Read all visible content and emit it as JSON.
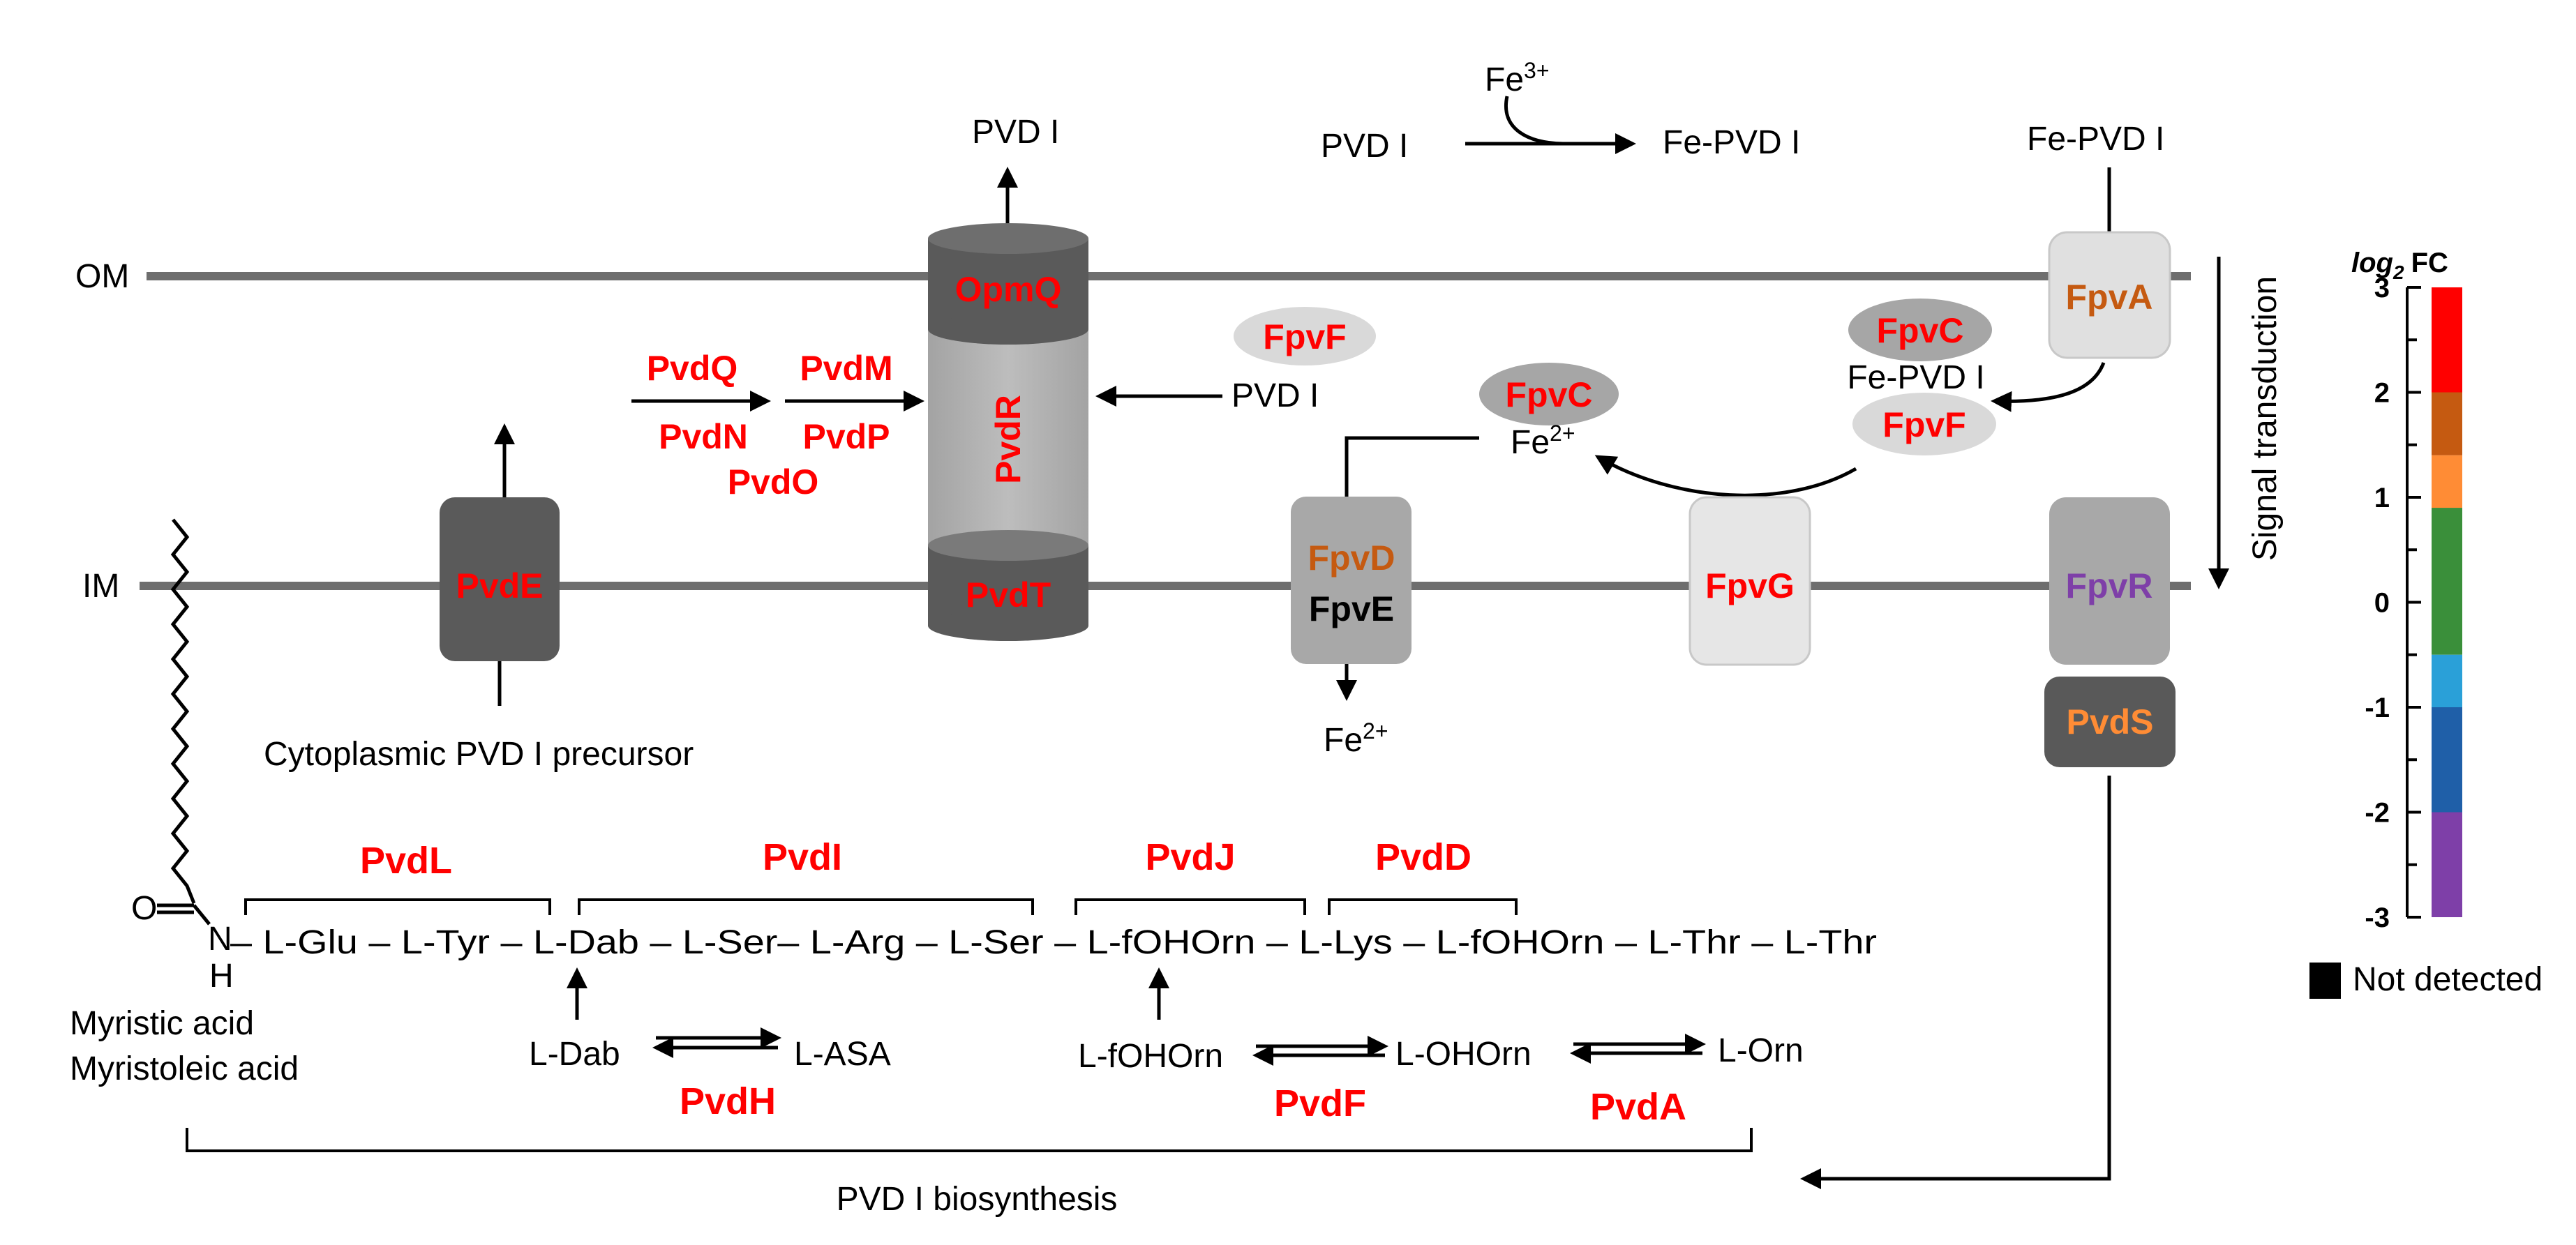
{
  "colors": {
    "high": "#ff0000",
    "up2": "#c55a11",
    "up1": "#ff8c35",
    "neutral": "#3a8f3a",
    "down1": "#2aa0d8",
    "down2": "#1f5fa8",
    "low": "#7e3fa8",
    "not_detected": "#000000"
  },
  "membranes": {
    "outer": "OM",
    "inner": "IM"
  },
  "export": {
    "pvd_top": "PVD I",
    "fe3": "Fe",
    "fe3_sup": "3+",
    "pvd_mid": "PVD I",
    "fe_pvd": "Fe-PVD I",
    "fe_pvd_right": "Fe-PVD I",
    "pvd_periplasm": "PVD I"
  },
  "proteins": {
    "opmq": "OpmQ",
    "pvdr": "PvdR",
    "pvdt": "PvdT",
    "pvde": "PvdE",
    "fpvd": "FpvD",
    "fpve": "FpvE",
    "fpvg": "FpvG",
    "fpva": "FpvA",
    "fpvr": "FpvR",
    "pvds": "PvdS",
    "fpvf_top": "FpvF",
    "fpvc_left": "FpvC",
    "fpvc_right": "FpvC",
    "fpvf_right": "FpvF"
  },
  "maturation": {
    "pvdq": "PvdQ",
    "pvdm": "PvdM",
    "pvdn": "PvdN",
    "pvdp": "PvdP",
    "pvdo": "PvdO"
  },
  "iron": {
    "fe2_periplasm": "Fe",
    "fe2_periplasm_sup": "2+",
    "fe_pvd_complex": "Fe-PVD I",
    "fe2_cytoplasm": "Fe",
    "fe2_cytoplasm_sup": "2+"
  },
  "signal_transduction": "Signal transduction",
  "precursor": "Cytoplasmic PVD I precursor",
  "nrps": {
    "pvdl": "PvdL",
    "pvdi": "PvdI",
    "pvdj": "PvdJ",
    "pvdd": "PvdD"
  },
  "peptide": {
    "o": "O",
    "n": "N",
    "h": "H",
    "chain": "– L-Glu – L-Tyr – L-Dab – L-Ser– L-Arg – L-Ser – L-fOHOrn – L-Lys – L-fOHOrn – L-Thr – L-Thr",
    "fatty1": "Myristic acid",
    "fatty2": "Myristoleic acid"
  },
  "precursors": {
    "ldab": "L-Dab",
    "lasa": "L-ASA",
    "pvdh": "PvdH",
    "lfohorn": "L-fOHOrn",
    "lohorn": "L-OHOrn",
    "lorn": "L-Orn",
    "pvdf": "PvdF",
    "pvda": "PvdA"
  },
  "biosynthesis": "PVD I biosynthesis",
  "legend": {
    "title_main": "log",
    "title_sub": "2",
    "title_fc": "FC",
    "ticks": [
      "3",
      "2",
      "1",
      "0",
      "-1",
      "-2",
      "-3"
    ],
    "scale": [
      {
        "from": 3,
        "to": 2,
        "color": "#ff0000"
      },
      {
        "from": 2,
        "to": 1.4,
        "color": "#c55a11"
      },
      {
        "from": 1.4,
        "to": 0.9,
        "color": "#ff8c35"
      },
      {
        "from": 0.9,
        "to": -0.5,
        "color": "#3a8f3a"
      },
      {
        "from": -0.5,
        "to": -1,
        "color": "#2aa0d8"
      },
      {
        "from": -1,
        "to": -2,
        "color": "#1f5fa8"
      },
      {
        "from": -2,
        "to": -3,
        "color": "#7e3fa8"
      }
    ],
    "not_detected": "Not detected"
  }
}
